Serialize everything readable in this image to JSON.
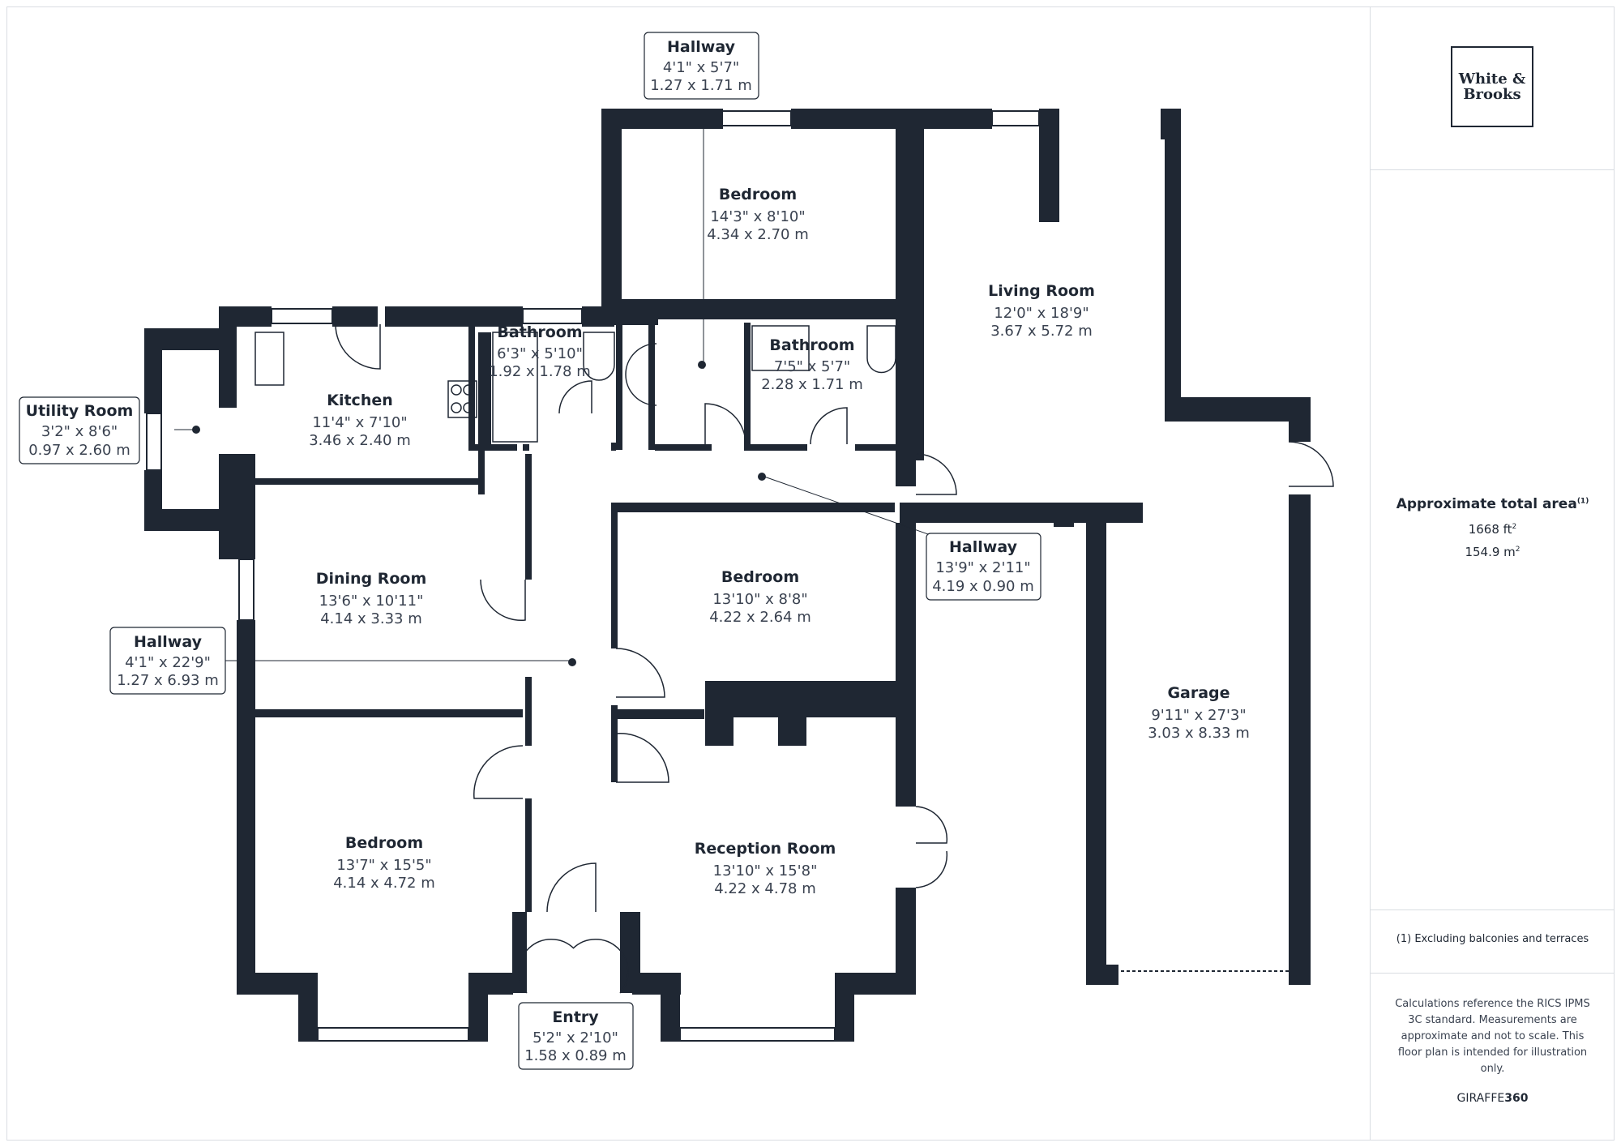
{
  "brand": {
    "name_line1": "White &",
    "name_line2": "Brooks"
  },
  "area": {
    "title": "Approximate total area",
    "title_sup": "(1)",
    "ft2_value": "1668 ft",
    "m2_value": "154.9 m",
    "unit_sup": "2"
  },
  "footnote": "(1) Excluding balconies and terraces",
  "disclaimer": [
    "Calculations reference the RICS IPMS",
    "3C standard. Measurements are",
    "approximate and not to scale. This",
    "floor plan is intended for illustration",
    "only."
  ],
  "credit": {
    "prefix": "GIRAFFE",
    "suffix": "360"
  },
  "rooms": {
    "bedroom_top": {
      "name": "Bedroom",
      "imperial": "14'3\" x 8'10\"",
      "metric": "4.34 x 2.70 m"
    },
    "living_room": {
      "name": "Living Room",
      "imperial": "12'0\" x 18'9\"",
      "metric": "3.67 x 5.72 m"
    },
    "bathroom_1": {
      "name": "Bathroom",
      "imperial": "6'3\" x 5'10\"",
      "metric": "1.92 x 1.78 m"
    },
    "bathroom_2": {
      "name": "Bathroom",
      "imperial": "7'5\" x 5'7\"",
      "metric": "2.28 x 1.71 m"
    },
    "kitchen": {
      "name": "Kitchen",
      "imperial": "11'4\" x 7'10\"",
      "metric": "3.46 x 2.40 m"
    },
    "dining_room": {
      "name": "Dining Room",
      "imperial": "13'6\" x 10'11\"",
      "metric": "4.14 x 3.33 m"
    },
    "bedroom_mid": {
      "name": "Bedroom",
      "imperial": "13'10\" x 8'8\"",
      "metric": "4.22 x 2.64 m"
    },
    "bedroom_left": {
      "name": "Bedroom",
      "imperial": "13'7\" x 15'5\"",
      "metric": "4.14 x 4.72 m"
    },
    "reception_room": {
      "name": "Reception Room",
      "imperial": "13'10\" x 15'8\"",
      "metric": "4.22 x 4.78 m"
    },
    "garage": {
      "name": "Garage",
      "imperial": "9'11\" x 27'3\"",
      "metric": "3.03 x 8.33 m"
    }
  },
  "callouts": {
    "hallway_top": {
      "name": "Hallway",
      "imperial": "4'1\" x 5'7\"",
      "metric": "1.27 x 1.71 m"
    },
    "utility_room": {
      "name": "Utility Room",
      "imperial": "3'2\" x 8'6\"",
      "metric": "0.97 x 2.60 m"
    },
    "hallway_right": {
      "name": "Hallway",
      "imperial": "13'9\" x 2'11\"",
      "metric": "4.19 x 0.90 m"
    },
    "hallway_left": {
      "name": "Hallway",
      "imperial": "4'1\" x 22'9\"",
      "metric": "1.27 x 6.93 m"
    },
    "entry": {
      "name": "Entry",
      "imperial": "5'2\" x 2'10\"",
      "metric": "1.58 x 0.89 m"
    }
  },
  "colors": {
    "wall": "#1f2733",
    "text": "#1f2733",
    "border": "#d9dde2"
  }
}
